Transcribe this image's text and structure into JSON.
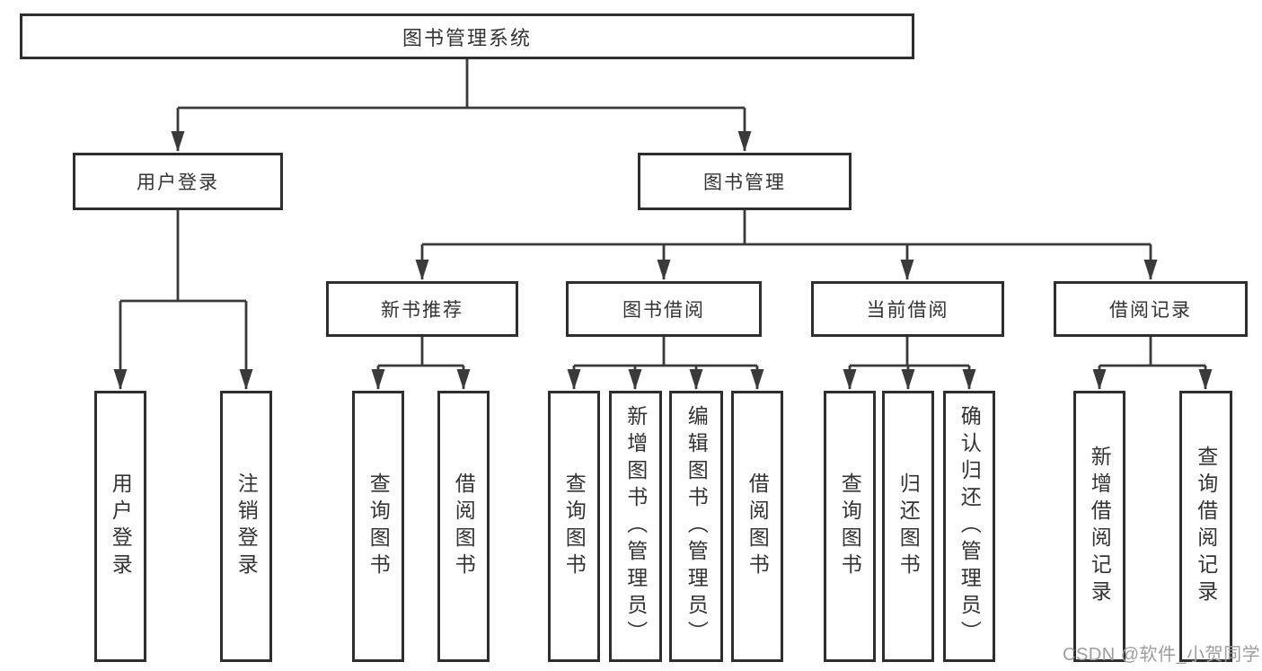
{
  "diagram": {
    "root": {
      "label": "图书管理系统"
    },
    "branches": [
      {
        "label": "用户登录",
        "children": [
          {
            "label": "用户登录"
          },
          {
            "label": "注销登录"
          }
        ]
      },
      {
        "label": "图书管理",
        "children": [
          {
            "label": "新书推荐",
            "children": [
              {
                "label": "查询图书"
              },
              {
                "label": "借阅图书"
              }
            ]
          },
          {
            "label": "图书借阅",
            "children": [
              {
                "label": "查询图书"
              },
              {
                "label": "新增图书（管理员）"
              },
              {
                "label": "编辑图书（管理员）"
              },
              {
                "label": "借阅图书"
              }
            ]
          },
          {
            "label": "当前借阅",
            "children": [
              {
                "label": "查询图书"
              },
              {
                "label": "归还图书"
              },
              {
                "label": "确认归还（管理员）"
              }
            ]
          },
          {
            "label": "借阅记录",
            "children": [
              {
                "label": "新增借阅记录"
              },
              {
                "label": "查询借阅记录"
              }
            ]
          }
        ]
      }
    ],
    "watermark": "CSDN @软件_小贺同学",
    "colors": {
      "line": "#3a3a3a",
      "border": "#2e2e2e",
      "text": "#333333",
      "background": "#ffffff",
      "watermark": "#9e9e9e"
    }
  }
}
